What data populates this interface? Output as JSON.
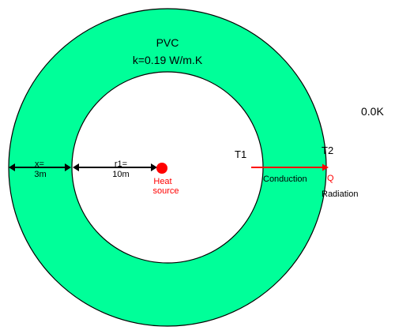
{
  "material": {
    "name": "PVC",
    "conductivity": "k=0.19 W/m.K"
  },
  "ambient_temperature": "0.0K",
  "labels": {
    "t1": "T1",
    "t2": "T2",
    "q": "Q",
    "conduction": "Conduction",
    "radiation": "Radiation",
    "x_line1": "x=",
    "x_line2": "3m",
    "r1_line1": "r1=",
    "r1_line2": "10m",
    "heat_line1": "Heat",
    "heat_line2": "source"
  },
  "colors": {
    "ring": "#00ff99",
    "heat": "#ff0000",
    "stroke": "#000000"
  }
}
